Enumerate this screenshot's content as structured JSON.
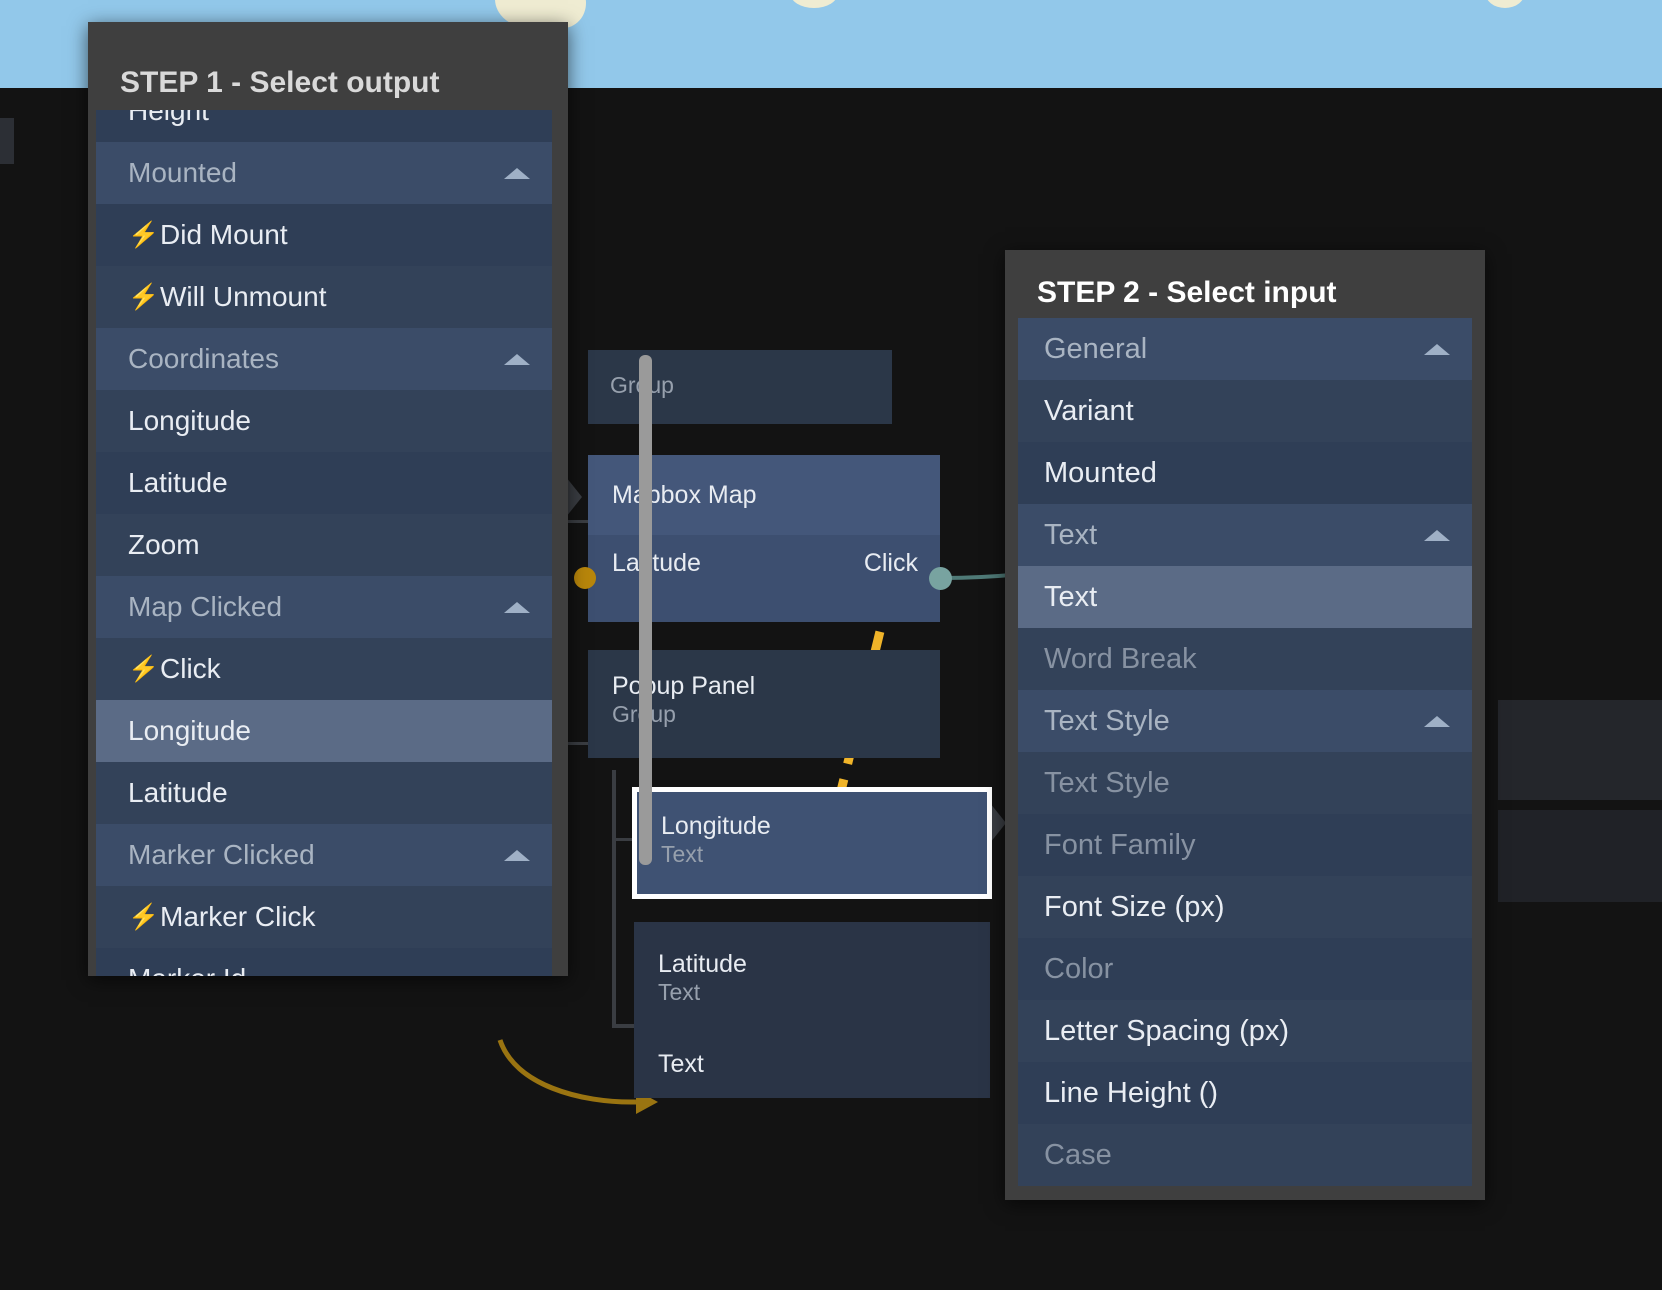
{
  "canvas": {
    "background_color": "#131313",
    "sky_color": "#92c8ea"
  },
  "graph": {
    "nodes": [
      {
        "title": "",
        "subtitle": "Group",
        "type": "group"
      },
      {
        "title": "Mapbox Map",
        "subtitle": "",
        "type": "component",
        "input_port": "Latitude",
        "output_port": "Click"
      },
      {
        "title": "Popup Panel",
        "subtitle": "Group",
        "type": "group"
      },
      {
        "title": "Longitude",
        "subtitle": "Text",
        "type": "text",
        "selected": true
      },
      {
        "title": "Latitude",
        "subtitle": "Text",
        "type": "text"
      },
      {
        "title": "Text",
        "subtitle": "",
        "type": "text"
      }
    ],
    "connection_colors": {
      "pending": "#f0b429",
      "existing": "#78a3a0",
      "amber": "#b8860b"
    }
  },
  "step1": {
    "title": "STEP 1 - Select output",
    "items": [
      {
        "label": "Height",
        "kind": "item",
        "state": "normal"
      },
      {
        "label": "Mounted",
        "kind": "group",
        "state": "normal",
        "collapse": "up"
      },
      {
        "label": "Did Mount",
        "kind": "item",
        "state": "normal",
        "icon": "bolt-icon"
      },
      {
        "label": "Will Unmount",
        "kind": "item",
        "state": "normal",
        "icon": "bolt-icon"
      },
      {
        "label": "Coordinates",
        "kind": "group",
        "state": "normal",
        "collapse": "up"
      },
      {
        "label": "Longitude",
        "kind": "item",
        "state": "normal"
      },
      {
        "label": "Latitude",
        "kind": "item",
        "state": "normal"
      },
      {
        "label": "Zoom",
        "kind": "item",
        "state": "normal"
      },
      {
        "label": "Map Clicked",
        "kind": "group",
        "state": "normal",
        "collapse": "up"
      },
      {
        "label": "Click",
        "kind": "item",
        "state": "normal",
        "icon": "bolt-icon"
      },
      {
        "label": "Longitude",
        "kind": "item",
        "state": "highlighted"
      },
      {
        "label": "Latitude",
        "kind": "item",
        "state": "normal"
      },
      {
        "label": "Marker Clicked",
        "kind": "group",
        "state": "normal",
        "collapse": "up"
      },
      {
        "label": "Marker Click",
        "kind": "item",
        "state": "normal",
        "icon": "bolt-icon"
      },
      {
        "label": "Marker Id",
        "kind": "item",
        "state": "normal"
      }
    ]
  },
  "step2": {
    "title": "STEP 2 - Select input",
    "items": [
      {
        "label": "General",
        "kind": "group",
        "state": "normal",
        "collapse": "up"
      },
      {
        "label": "Variant",
        "kind": "item",
        "state": "normal"
      },
      {
        "label": "Mounted",
        "kind": "item",
        "state": "normal"
      },
      {
        "label": "Text",
        "kind": "group",
        "state": "normal",
        "collapse": "up"
      },
      {
        "label": "Text",
        "kind": "item",
        "state": "highlighted"
      },
      {
        "label": "Word Break",
        "kind": "item",
        "state": "disabled"
      },
      {
        "label": "Text Style",
        "kind": "group",
        "state": "normal",
        "collapse": "up"
      },
      {
        "label": "Text Style",
        "kind": "item",
        "state": "disabled"
      },
      {
        "label": "Font Family",
        "kind": "item",
        "state": "disabled"
      },
      {
        "label": "Font Size (px)",
        "kind": "item",
        "state": "normal"
      },
      {
        "label": "Color",
        "kind": "item",
        "state": "disabled"
      },
      {
        "label": "Letter Spacing (px)",
        "kind": "item",
        "state": "normal"
      },
      {
        "label": "Line Height ()",
        "kind": "item",
        "state": "normal"
      },
      {
        "label": "Case",
        "kind": "item",
        "state": "disabled"
      }
    ]
  }
}
